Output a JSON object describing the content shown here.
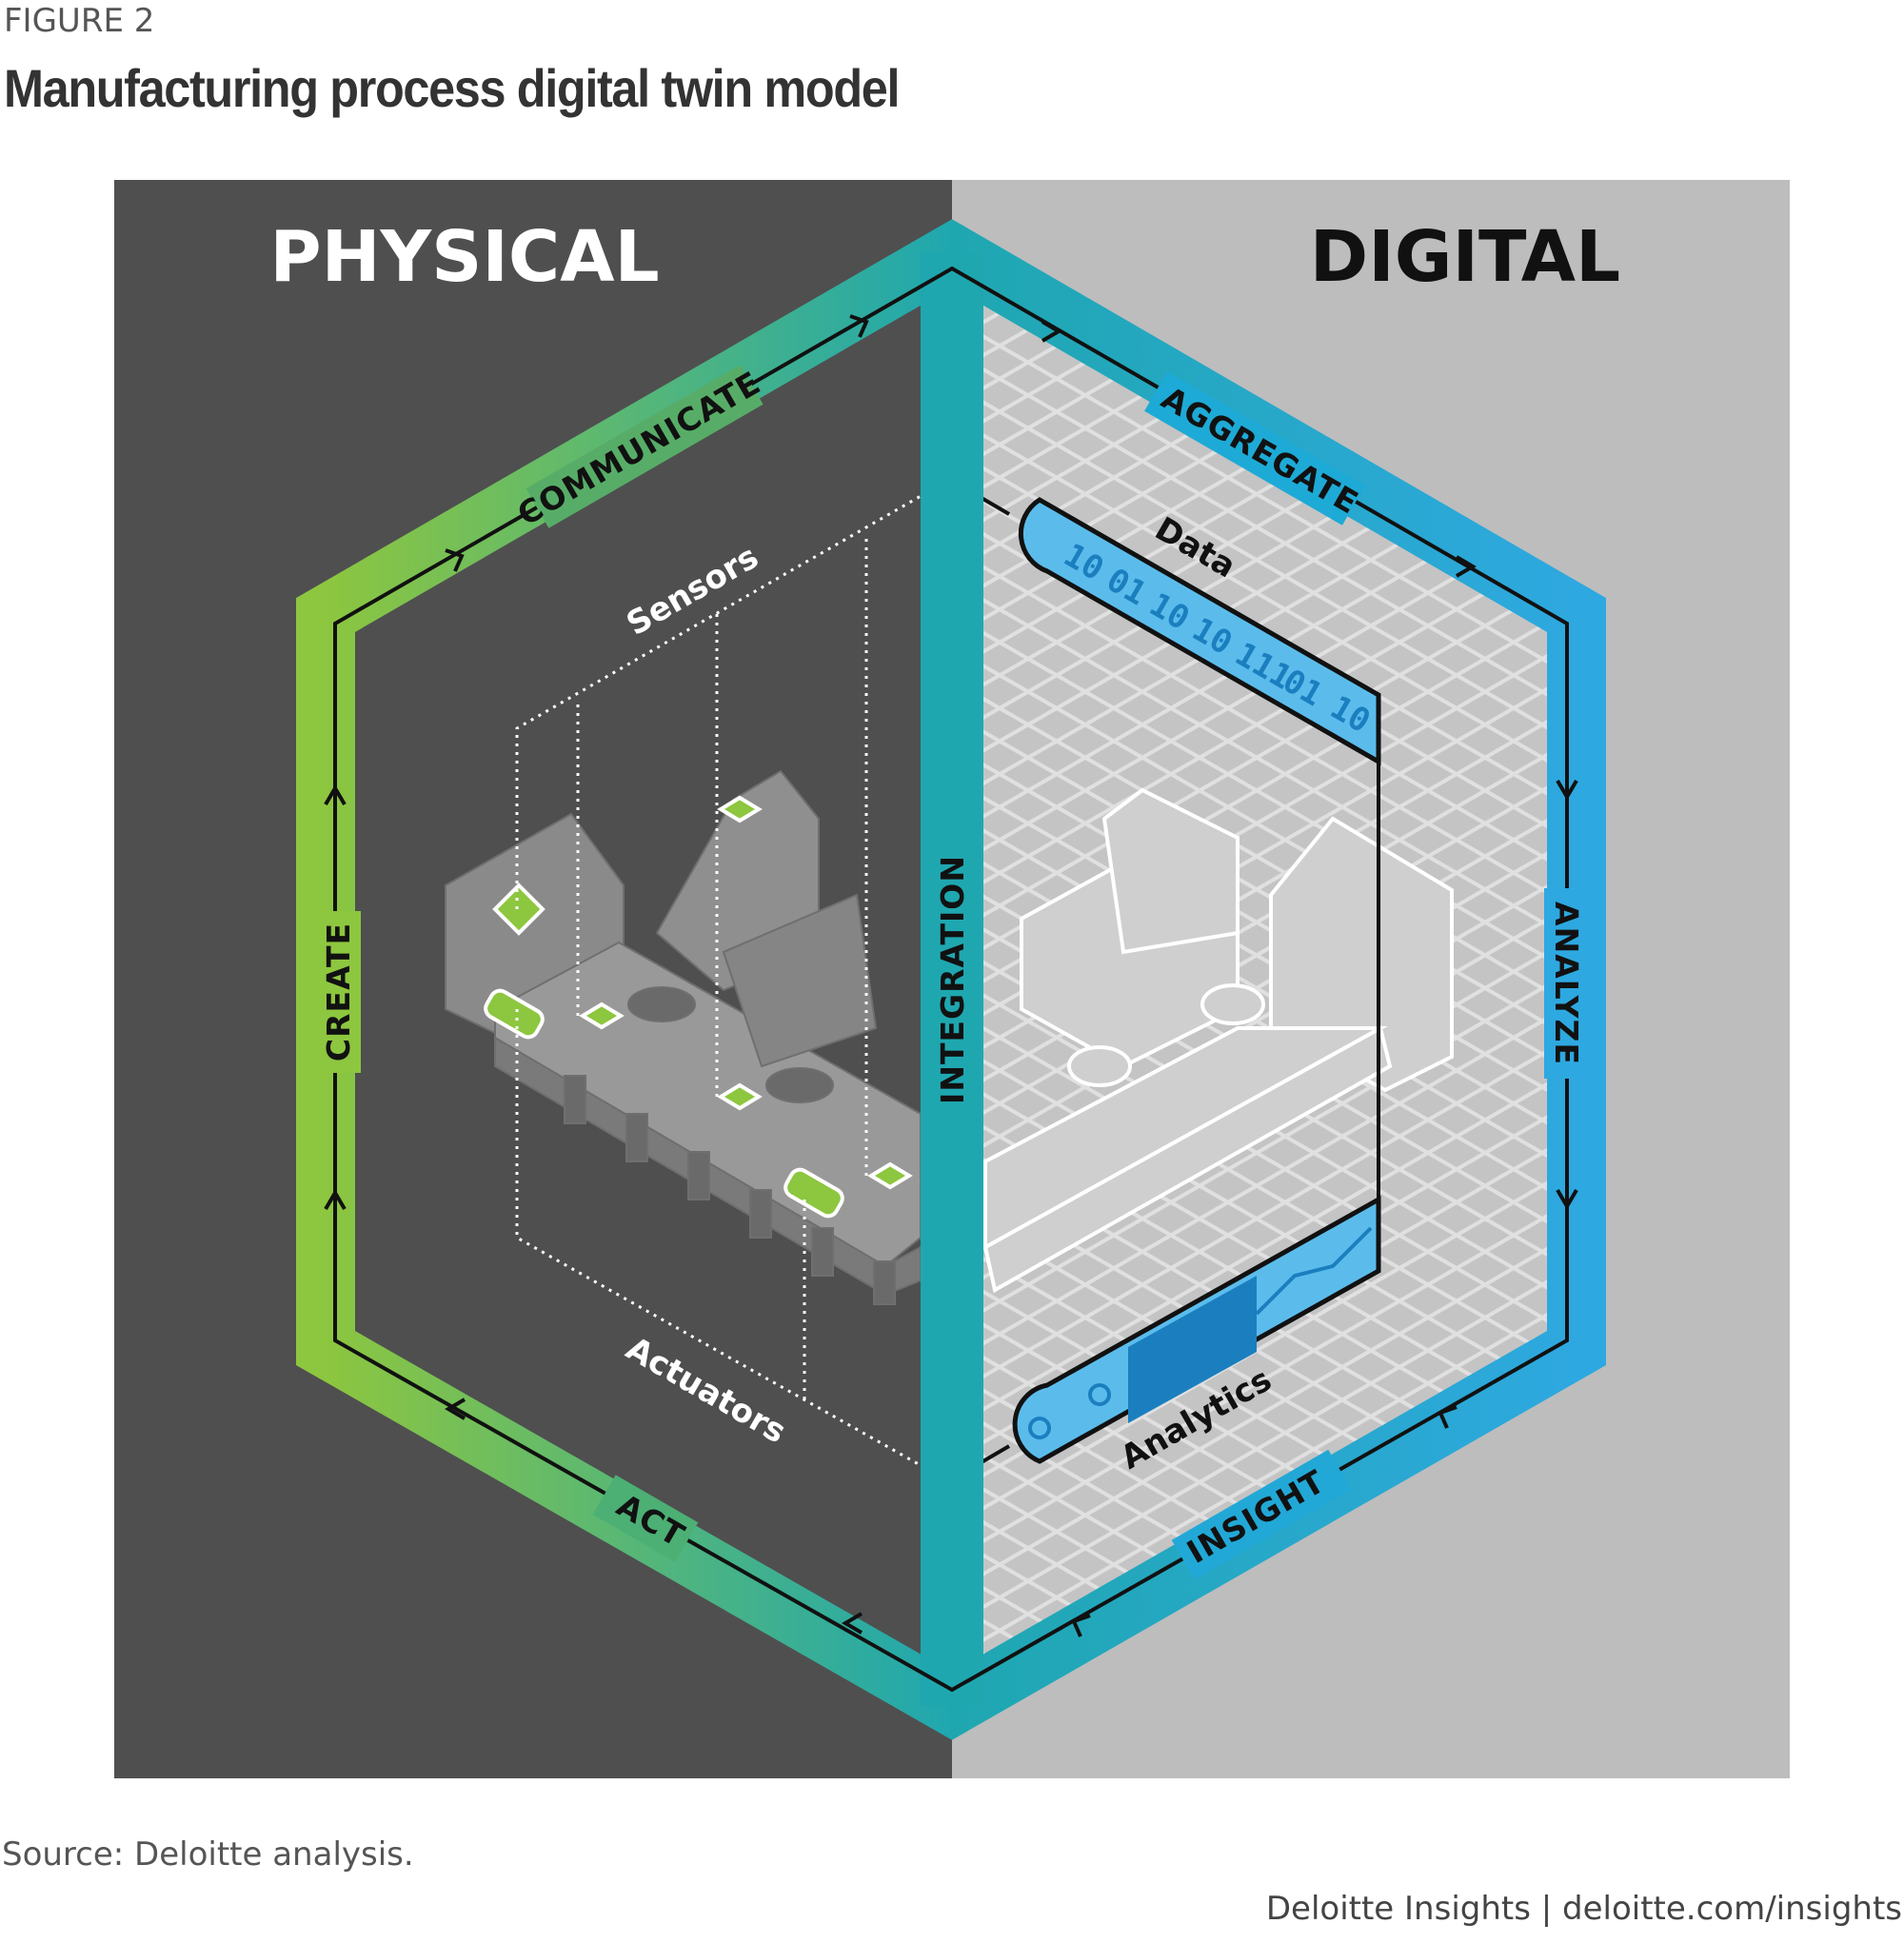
{
  "header": {
    "figure_label": "FIGURE 2",
    "title": "Manufacturing process digital twin model"
  },
  "diagram": {
    "left_title": "PHYSICAL",
    "right_title": "DIGITAL",
    "cycle_labels": {
      "communicate": "COMMUNICATE",
      "aggregate": "AGGREGATE",
      "analyze": "ANALYZE",
      "insight": "INSIGHT",
      "act": "ACT",
      "create": "CREATE",
      "integration": "INTEGRATION"
    },
    "callouts": {
      "sensors": "Sensors",
      "actuators": "Actuators",
      "data": "Data",
      "analytics": "Analytics"
    },
    "data_bits": [
      "10",
      "01",
      "10",
      "10",
      "111",
      "01",
      "10"
    ],
    "colors": {
      "physical_bg": "#4f4f4f",
      "digital_bg": "#bdbdbd",
      "green": "#8dc63f",
      "teal": "#1fa7b0",
      "blue": "#2ea8e0",
      "dark_blue": "#1b7fbf",
      "light_blue": "#5bbcec"
    }
  },
  "footer": {
    "source": "Source: Deloitte analysis.",
    "credit": "Deloitte Insights | deloitte.com/insights"
  }
}
